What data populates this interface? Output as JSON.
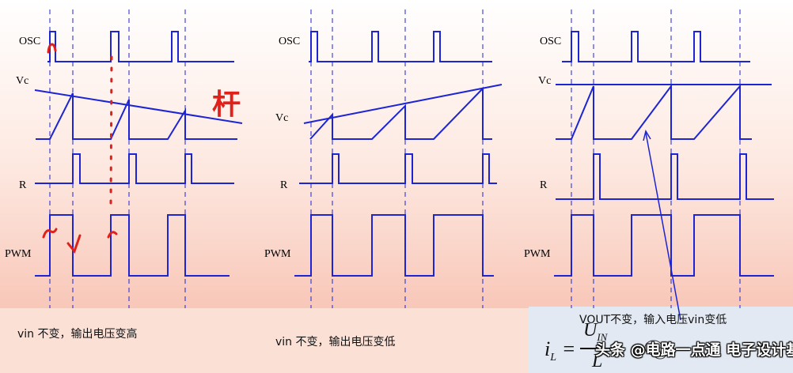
{
  "colors": {
    "trace": "#1c24d4",
    "annotation": "#e0201a",
    "background_top": "#ffffff",
    "background_bottom": "#f6b8a6",
    "formula_box": "#e3e9f2"
  },
  "panels": [
    {
      "osc_label": "OSC",
      "vc_label": "Vc",
      "r_label": "R",
      "pwm_label": "PWM",
      "caption": "vin 不变，输出电压变高"
    },
    {
      "osc_label": "OSC",
      "vc_label": "Vc",
      "r_label": "R",
      "pwm_label": "PWM",
      "caption": "vin 不变，输出电压变低"
    },
    {
      "osc_label": "OSC",
      "vc_label": "Vc",
      "r_label": "R",
      "pwm_label": "PWM",
      "caption": "VOUT不变，输入电压vin变低"
    }
  ],
  "annotation": {
    "handwritten_char": "杆"
  },
  "formula": {
    "lhs": "i",
    "lhs_sub": "L",
    "equals": "=",
    "numerator": "U",
    "numerator_sub": "IN",
    "denominator": "L"
  },
  "watermark": {
    "icon": "wechat-icon",
    "text": "头条 @电路一点通 电子设计基础"
  }
}
